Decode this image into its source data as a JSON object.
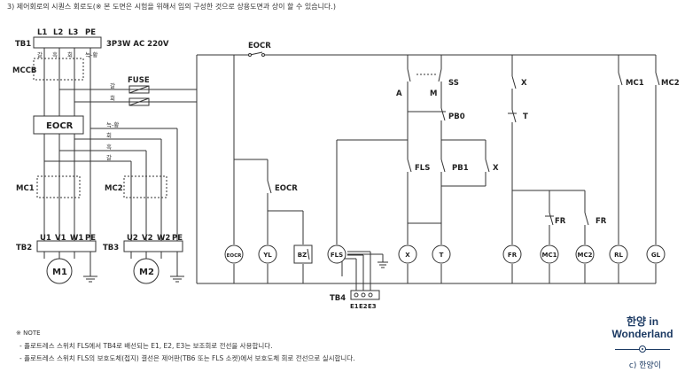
{
  "header": "3) 제어회로의 시퀀스 회로도(※ 본 도면은 시험을 위해서 임의 구성한 것으로 상용도면과 상이 할 수 있습니다.)",
  "power": {
    "terminals": [
      "L1",
      "L2",
      "L3",
      "PE"
    ],
    "spec": "3P3W AC 220V",
    "phase_labels": [
      "갈",
      "흑",
      "회",
      "녹-황"
    ]
  },
  "labels": {
    "TB1": "TB1",
    "MCCB": "MCCB",
    "FUSE": "FUSE",
    "EOCR": "EOCR",
    "MC1": "MC1",
    "MC2": "MC2",
    "TB2": "TB2",
    "TB3": "TB3",
    "TB4": "TB4",
    "M1": "M1",
    "M2": "M2",
    "fuse_phase1": "갈",
    "fuse_phase2": "회",
    "branch_phase1": "녹-황",
    "branch_phase2": "회",
    "branch_phase3": "흑",
    "branch_phase4": "갈",
    "u1": "U1",
    "v1": "V1",
    "w1": "W1",
    "pe1": "PE",
    "u2": "U2",
    "v2": "V2",
    "w2": "W2",
    "pe2": "PE",
    "ctrl_eocr": "EOCR",
    "ctrl_eocr_contact": "EOCR",
    "A": "A",
    "M": "M",
    "SS": "SS",
    "PB0": "PB0",
    "FLS": "FLS",
    "PB1": "PB1",
    "X1": "X",
    "X2": "X",
    "T": "T",
    "FR1": "FR",
    "FR2": "FR",
    "c_mc1": "MC1",
    "c_mc2": "MC2",
    "E1": "E1",
    "E2": "E2",
    "E3": "E3"
  },
  "loads": [
    "EOCR",
    "YL",
    "BZ",
    "FLS",
    "X",
    "T",
    "FR",
    "MC1",
    "MC2",
    "RL",
    "GL"
  ],
  "notes": {
    "title": "※ NOTE",
    "items": [
      "- 플로트레스 스위치 FLS에서 TB4로 배선되는 E1, E2, E3는 보조회로 전선을 사용합니다.",
      "- 플로트레스 스위치 FLS의 보호도체(접지) 결선은 제어판(TB6 또는 FLS 소켓)에서 보호도체 회로 전선으로 실시합니다."
    ]
  },
  "brand": {
    "line1": "한양 in",
    "line2": "Wonderland",
    "copyright": "c) 한양이"
  }
}
